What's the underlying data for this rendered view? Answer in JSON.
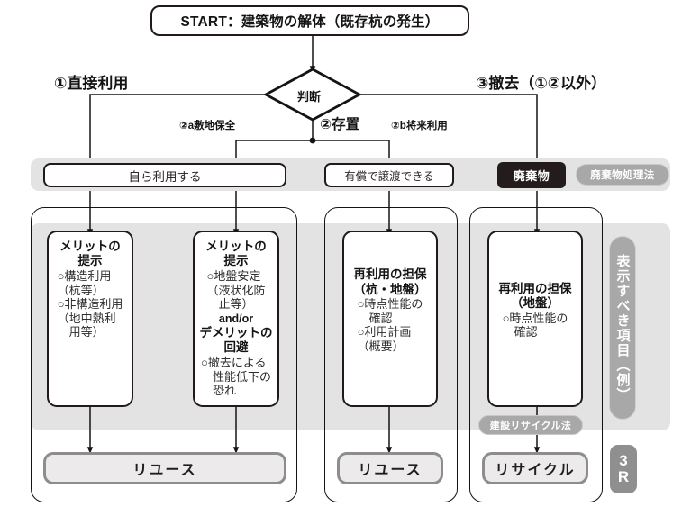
{
  "diagram": {
    "title_box": "START：建築物の解体（既存杭の発生）",
    "decision": "判断",
    "branches": {
      "left_main": "①直接利用",
      "right_main": "③撤去（①②以外）",
      "center_main": "②存置",
      "sub_a": "②a敷地保全",
      "sub_b": "②b将来利用"
    },
    "row2": {
      "self_use": "自ら利用する",
      "transfer": "有償で譲渡できる",
      "waste": "廃棄物",
      "waste_law_badge": "廃棄物処理法"
    },
    "cards": [
      {
        "name": "merit-structural",
        "title": "メリットの\n提示",
        "items": "○構造利用\n（杭等）\n○非構造利用\n（地中熱利\n　用等）"
      },
      {
        "name": "merit-ground",
        "title": "メリットの\n提示",
        "items": "○地盤安定\n（液状化防\n　止等）",
        "middle": "and/or",
        "title2": "デメリットの\n回避",
        "items2": "○撤去による\n　性能低下の\n　恐れ"
      },
      {
        "name": "reuse-assurance-pile-ground",
        "title": "再利用の担保\n（杭・地盤）",
        "items": "○時点性能の\n　確認\n○利用計画\n（概要）"
      },
      {
        "name": "reuse-assurance-ground",
        "title": "再利用の担保\n（地盤）",
        "items": "○時点性能の\n　確認"
      }
    ],
    "construction_recycle_badge": "建設リサイクル法",
    "results": [
      {
        "name": "reuse-left",
        "label": "リユース"
      },
      {
        "name": "reuse-mid",
        "label": "リユース"
      },
      {
        "name": "recycle-right",
        "label": "リサイクル"
      }
    ],
    "side": {
      "display_items": "表示すべき項目（例）",
      "three_r_top": "3",
      "three_r_bottom": "R"
    }
  },
  "colors": {
    "ink": "#211a18",
    "band": "#e3e3e3",
    "pill_gray": "#a8a8a8",
    "result_fill": "#eceaea",
    "result_border": "#8d8d8d",
    "dark_box": "#241c1c"
  }
}
